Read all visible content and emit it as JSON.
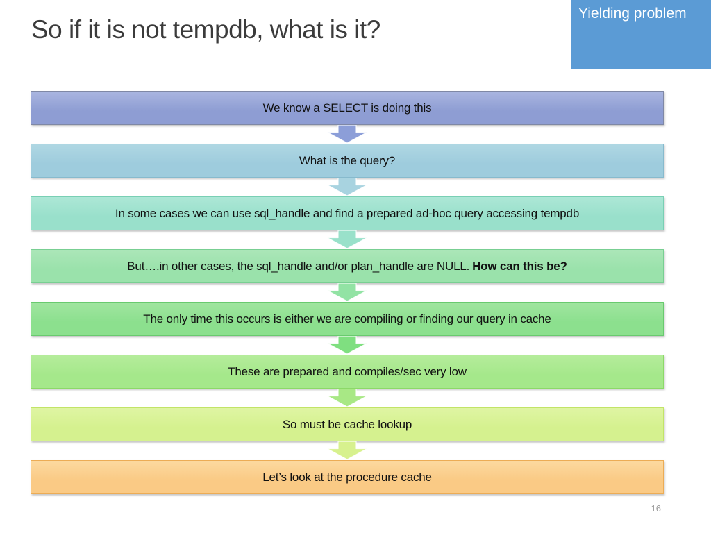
{
  "slide": {
    "title": "So if it is not tempdb, what is it?",
    "badge": {
      "label": "Yielding problem",
      "bg_color": "#5B9BD5",
      "text_color": "#FFFFFF"
    },
    "page_number": "16",
    "flow": {
      "steps": [
        {
          "text": "We know a SELECT is doing this",
          "bold_text": "",
          "fill_top": "#A9B5E0",
          "fill_bottom": "#8E9DD3",
          "border": "#7F88A5",
          "arrow": "#8C9ED8"
        },
        {
          "text": "What is the query?",
          "bold_text": "",
          "fill_top": "#AFD7E3",
          "fill_bottom": "#9ECCDD",
          "border": "#87BACD",
          "arrow": "#A8D3E0"
        },
        {
          "text": "In some cases we can use sql_handle and find a prepared ad-hoc query accessing tempdb",
          "bold_text": "",
          "fill_top": "#ACE7D6",
          "fill_bottom": "#99E0CB",
          "border": "#79CFB4",
          "arrow": "#99E1CA"
        },
        {
          "text": "But….in other cases, the sql_handle and/or plan_handle are NULL.",
          "bold_text": "How can this be?",
          "fill_top": "#ABE6B8",
          "fill_bottom": "#9AE2AB",
          "border": "#78CF92",
          "arrow": "#92E3A4"
        },
        {
          "text": "The only time this occurs is either we are compiling or finding our query in cache",
          "bold_text": "",
          "fill_top": "#A0E5A0",
          "fill_bottom": "#8CE08E",
          "border": "#69CA6F",
          "arrow": "#7FDF80"
        },
        {
          "text": "These are prepared and compiles/sec very low",
          "bold_text": "",
          "fill_top": "#B5EC9B",
          "fill_bottom": "#A5E88B",
          "border": "#8CD968",
          "arrow": "#A8E885"
        },
        {
          "text": "So must be cache lookup",
          "bold_text": "",
          "fill_top": "#DFF5A3",
          "fill_bottom": "#D5F18F",
          "border": "#C2E467",
          "arrow": "#D7F18E"
        },
        {
          "text": "Let’s look at the procedure cache",
          "bold_text": "",
          "fill_top": "#FCD99F",
          "fill_bottom": "#FACA85",
          "border": "#ECAC55",
          "arrow": null
        }
      ]
    }
  }
}
